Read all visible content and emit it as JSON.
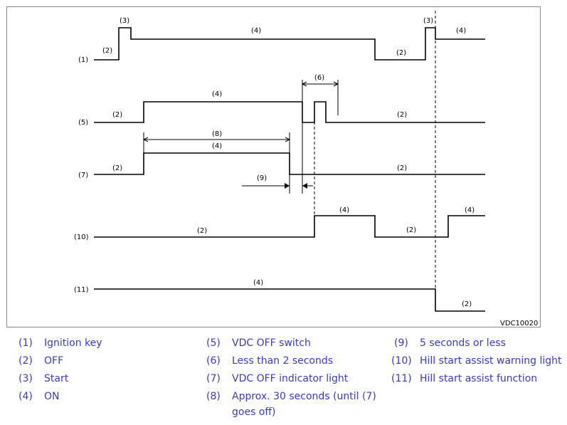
{
  "diagram": {
    "code": "VDC10020",
    "labels": {
      "n1": "(1)",
      "n2": "(2)",
      "n3": "(3)",
      "n4": "(4)",
      "n5": "(5)",
      "n6": "(6)",
      "n7": "(7)",
      "n8": "(8)",
      "n9": "(9)",
      "n10": "(10)",
      "n11": "(11)"
    }
  },
  "legend": {
    "items": [
      {
        "num": "(1)",
        "text": "Ignition key"
      },
      {
        "num": "(2)",
        "text": "OFF"
      },
      {
        "num": "(3)",
        "text": "Start"
      },
      {
        "num": "(4)",
        "text": "ON"
      },
      {
        "num": "(5)",
        "text": "VDC OFF switch"
      },
      {
        "num": "(6)",
        "text": "Less than 2 seconds"
      },
      {
        "num": "(7)",
        "text": "VDC OFF indicator light"
      },
      {
        "num": "(8)",
        "text": "Approx. 30 seconds (until (7)",
        "text2": "goes off)"
      },
      {
        "num": "(9)",
        "text": "5 seconds or less"
      },
      {
        "num": "(10)",
        "text": "Hill start assist warning light"
      },
      {
        "num": "(11)",
        "text": "Hill start assist function"
      }
    ]
  },
  "colors": {
    "legend_text": "#3b3bc6",
    "frame": "#8a8a8a"
  }
}
